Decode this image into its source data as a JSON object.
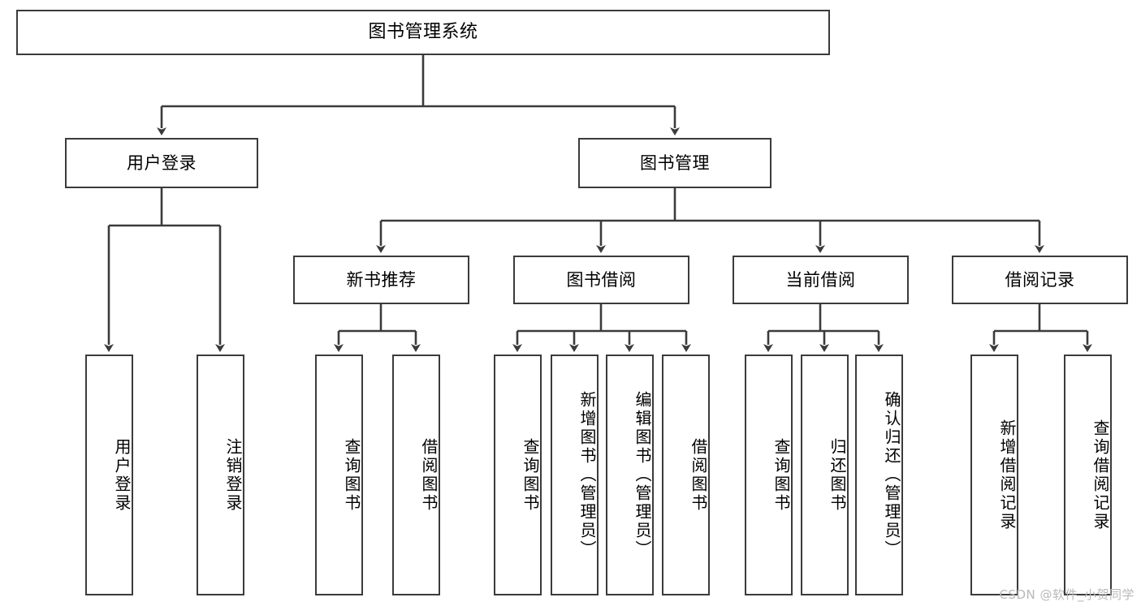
{
  "diagram": {
    "title": "图书管理系统",
    "watermark": "CSDN @软件_小贺同学",
    "stroke_color": "#3b3b3b",
    "background_color": "#ffffff",
    "nodes": {
      "root": {
        "label": "图书管理系统"
      },
      "level2": [
        {
          "label": "用户登录"
        },
        {
          "label": "图书管理"
        }
      ],
      "level3": [
        {
          "label": "新书推荐"
        },
        {
          "label": "图书借阅"
        },
        {
          "label": "当前借阅"
        },
        {
          "label": "借阅记录"
        }
      ],
      "leaves": [
        {
          "label": "用户登录"
        },
        {
          "label": "注销登录"
        },
        {
          "label": "查询图书"
        },
        {
          "label": "借阅图书"
        },
        {
          "label": "查询图书"
        },
        {
          "label": "新增图书（管理员）"
        },
        {
          "label": "编辑图书（管理员）"
        },
        {
          "label": "借阅图书"
        },
        {
          "label": "查询图书"
        },
        {
          "label": "归还图书"
        },
        {
          "label": "确认归还（管理员）"
        },
        {
          "label": "新增借阅记录"
        },
        {
          "label": "查询借阅记录"
        }
      ]
    }
  }
}
